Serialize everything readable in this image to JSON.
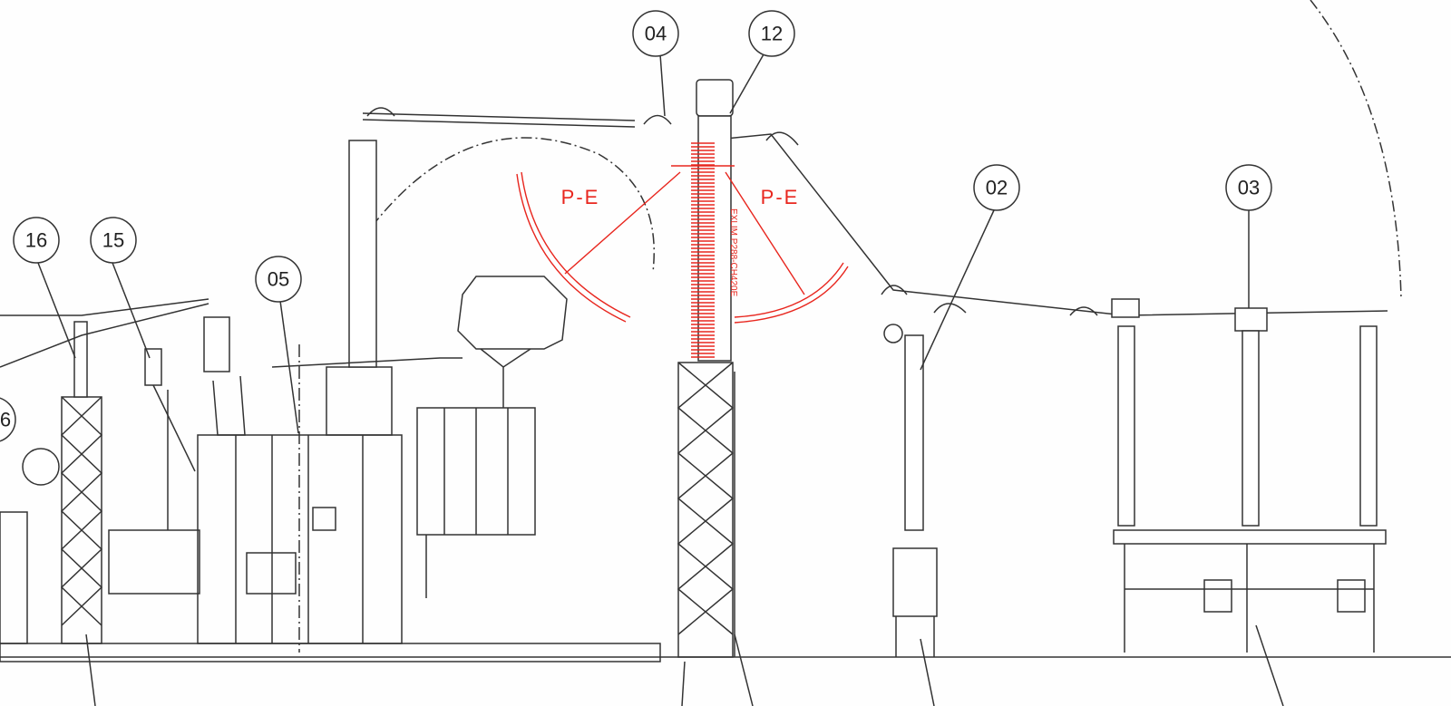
{
  "callouts": [
    {
      "id": "c04",
      "text": "04"
    },
    {
      "id": "c12",
      "text": "12"
    },
    {
      "id": "c02",
      "text": "02"
    },
    {
      "id": "c03",
      "text": "03"
    },
    {
      "id": "c16",
      "text": "16"
    },
    {
      "id": "c15",
      "text": "15"
    },
    {
      "id": "c05",
      "text": "05"
    },
    {
      "id": "c06",
      "text": "6"
    }
  ],
  "clearance": {
    "left_label": "P-E",
    "right_label": "P-E"
  },
  "arrester_text": "EXLIM P288-CH420E",
  "colors": {
    "line": "#333333",
    "highlight": "#e8261e"
  }
}
